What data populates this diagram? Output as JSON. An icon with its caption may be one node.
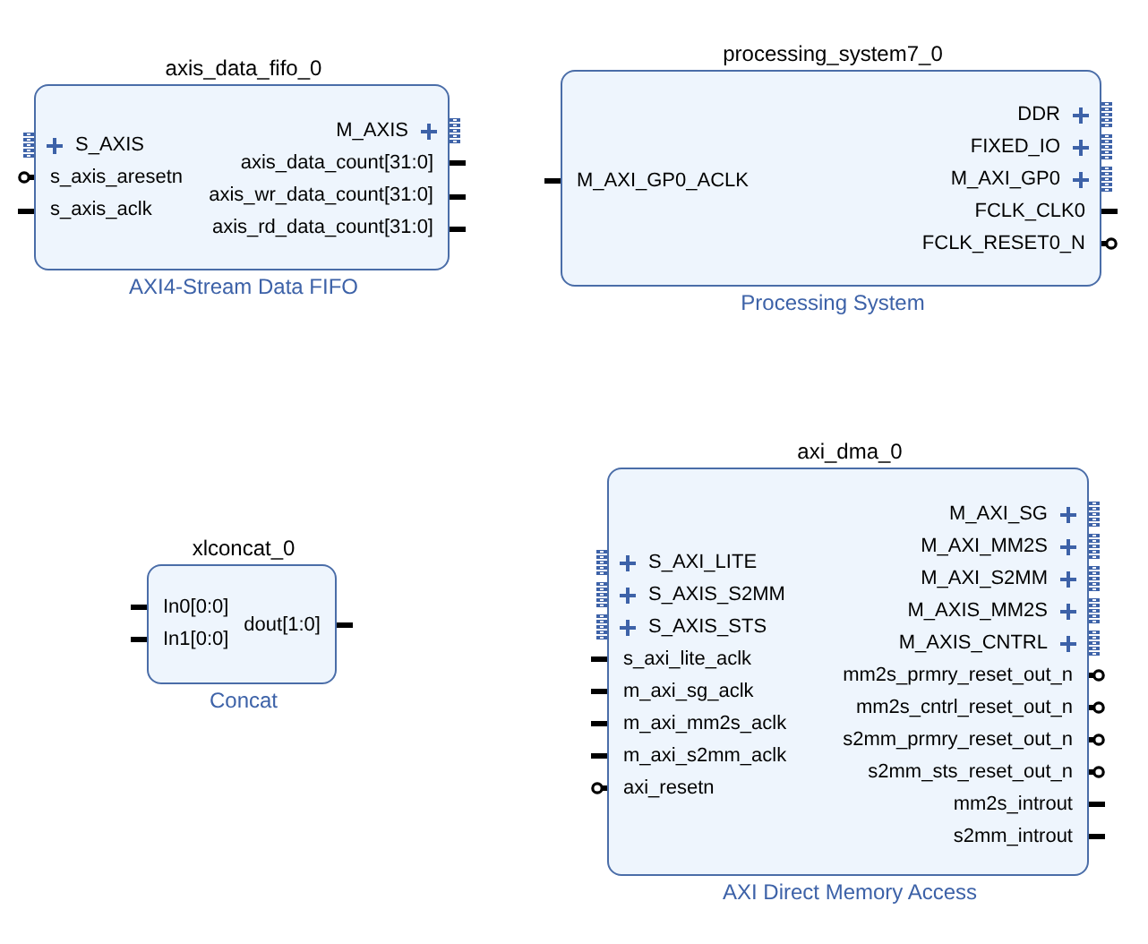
{
  "diagram": {
    "nodes": [
      {
        "text": [
          "axis_data_fifo_0"
        ],
        "beside": [
          "AXI4-Stream Data FIFO"
        ]
      },
      {
        "text": [
          "S_AXIS"
        ],
        "in": 0
      },
      {
        "text": [
          "s_axis_aresetn"
        ],
        "in": 0
      },
      {
        "text": [
          "s_axis_aclk"
        ],
        "in": 0
      },
      {
        "text": [
          "M_AXIS"
        ],
        "in": 0
      },
      {
        "text": [
          "axis_data_count[31:0]"
        ],
        "in": 0
      },
      {
        "text": [
          "axis_wr_data_count[31:0]"
        ],
        "in": 0
      },
      {
        "text": [
          "axis_rd_data_count[31:0]"
        ],
        "in": 0
      },
      {
        "text": [
          "processing_system7_0"
        ],
        "beside": [
          "Processing System"
        ]
      },
      {
        "text": [
          "M_AXI_GP0_ACLK"
        ],
        "in": 8
      },
      {
        "text": [
          "DDR"
        ],
        "in": 8
      },
      {
        "text": [
          "FIXED_IO"
        ],
        "in": 8
      },
      {
        "text": [
          "M_AXI_GP0"
        ],
        "in": 8
      },
      {
        "text": [
          "FCLK_CLK0"
        ],
        "in": 8
      },
      {
        "text": [
          "FCLK_RESET0_N"
        ],
        "in": 8
      },
      {
        "text": [
          "xlconcat_0"
        ],
        "beside": [
          "Concat"
        ]
      },
      {
        "text": [
          "In0[0:0]"
        ],
        "in": 15
      },
      {
        "text": [
          "In1[0:0]"
        ],
        "in": 15
      },
      {
        "text": [
          "dout[1:0]"
        ],
        "in": 15
      },
      {
        "text": [
          "axi_dma_0"
        ],
        "beside": [
          "AXI Direct Memory Access"
        ]
      },
      {
        "text": [
          "S_AXI_LITE"
        ],
        "in": 19
      },
      {
        "text": [
          "S_AXIS_S2MM"
        ],
        "in": 19
      },
      {
        "text": [
          "S_AXIS_STS"
        ],
        "in": 19
      },
      {
        "text": [
          "s_axi_lite_aclk"
        ],
        "in": 19
      },
      {
        "text": [
          "m_axi_sg_aclk"
        ],
        "in": 19
      },
      {
        "text": [
          "m_axi_mm2s_aclk"
        ],
        "in": 19
      },
      {
        "text": [
          "m_axi_s2mm_aclk"
        ],
        "in": 19
      },
      {
        "text": [
          "axi_resetn"
        ],
        "in": 19
      },
      {
        "text": [
          "M_AXI_SG"
        ],
        "in": 19
      },
      {
        "text": [
          "M_AXI_MM2S"
        ],
        "in": 19
      },
      {
        "text": [
          "M_AXI_S2MM"
        ],
        "in": 19
      },
      {
        "text": [
          "M_AXIS_MM2S"
        ],
        "in": 19
      },
      {
        "text": [
          "M_AXIS_CNTRL"
        ],
        "in": 19
      },
      {
        "text": [
          "mm2s_prmry_reset_out_n"
        ],
        "in": 19
      },
      {
        "text": [
          "mm2s_cntrl_reset_out_n"
        ],
        "in": 19
      },
      {
        "text": [
          "s2mm_prmry_reset_out_n"
        ],
        "in": 19
      },
      {
        "text": [
          "s2mm_sts_reset_out_n"
        ],
        "in": 19
      },
      {
        "text": [
          "mm2s_introut"
        ],
        "in": 19
      },
      {
        "text": [
          "s2mm_introut"
        ],
        "in": 19
      }
    ]
  }
}
